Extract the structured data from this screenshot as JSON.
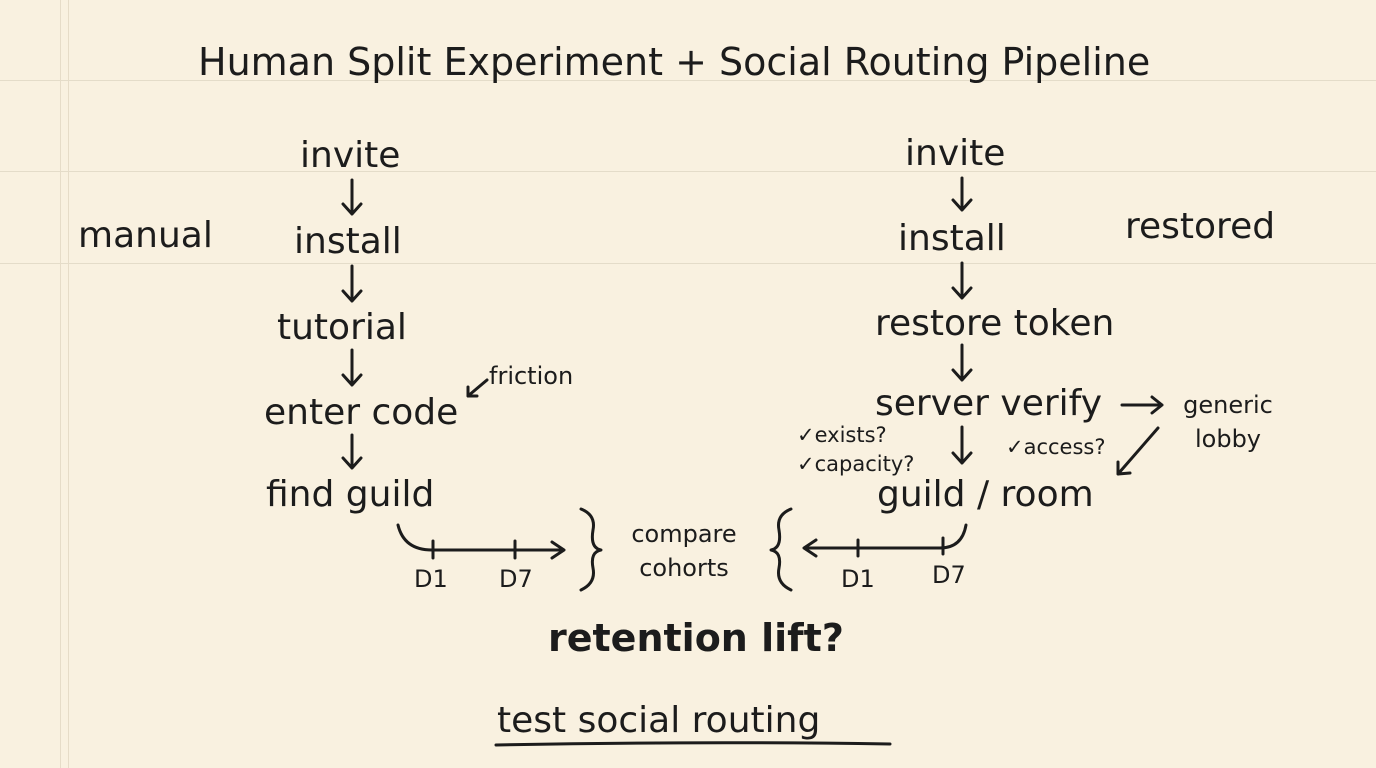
{
  "title": "Human Split Experiment + Social Routing Pipeline",
  "left_flow": {
    "label": "manual",
    "steps": [
      "invite",
      "install",
      "tutorial",
      "enter code",
      "find guild"
    ],
    "note": "friction",
    "timeline": [
      "D1",
      "D7"
    ]
  },
  "right_flow": {
    "label": "restored",
    "steps": [
      "invite",
      "install",
      "restore token",
      "server verify",
      "guild / room"
    ],
    "branch": "generic lobby",
    "checks": [
      "✓exists?",
      "✓capacity?",
      "✓access?"
    ],
    "timeline": [
      "D1",
      "D7"
    ]
  },
  "compare": "compare cohorts",
  "question": "retention lift?",
  "conclusion": "test social routing"
}
